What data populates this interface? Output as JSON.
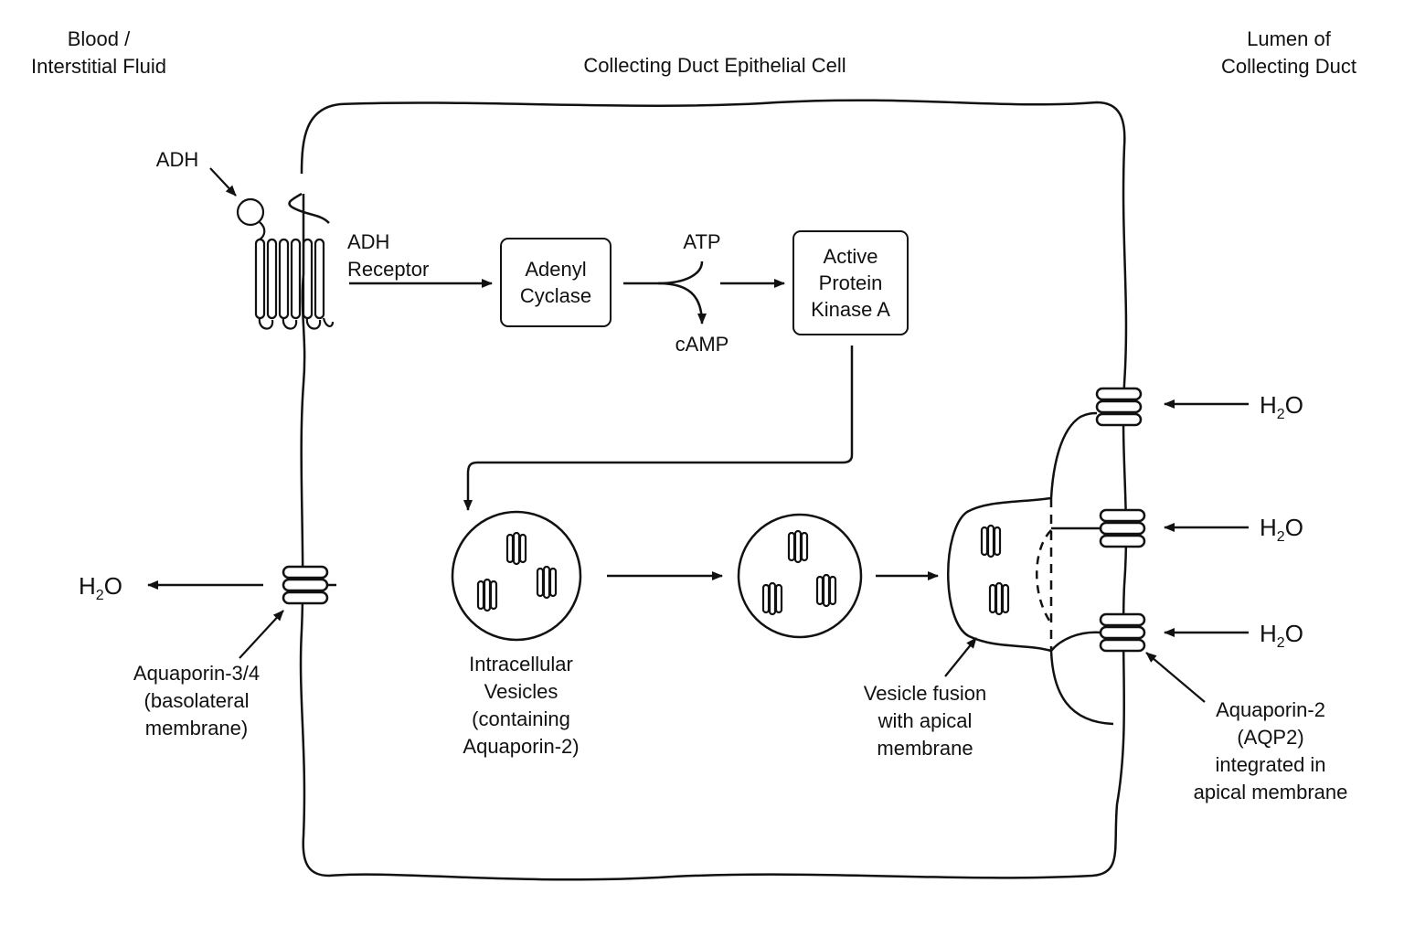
{
  "headers": {
    "blood": [
      "Blood /",
      "Interstitial Fluid"
    ],
    "cell": "Collecting Duct Epithelial Cell",
    "lumen": [
      "Lumen of",
      "Collecting Duct"
    ]
  },
  "labels": {
    "adh": "ADH",
    "adh_receptor": [
      "ADH",
      "Receptor"
    ],
    "atp": "ATP",
    "camp": "cAMP",
    "aqp34": [
      "Aquaporin-3/4",
      "(basolateral",
      "membrane)"
    ],
    "vesicles": [
      "Intracellular",
      "Vesicles",
      "(containing",
      "Aquaporin-2)"
    ],
    "vesicle_fusion": [
      "Vesicle fusion",
      "with apical",
      "membrane"
    ],
    "aqp2": [
      "Aquaporin-2",
      "(AQP2)",
      "integrated in",
      "apical membrane"
    ]
  },
  "boxes": {
    "adenyl_cyclase": [
      "Adenyl",
      "Cyclase"
    ],
    "pka": [
      "Active",
      "Protein",
      "Kinase A"
    ]
  },
  "water": {
    "main": "H",
    "sub": "2",
    "tail": "O"
  },
  "colors": {
    "stroke": "#111111",
    "background": "#ffffff"
  }
}
